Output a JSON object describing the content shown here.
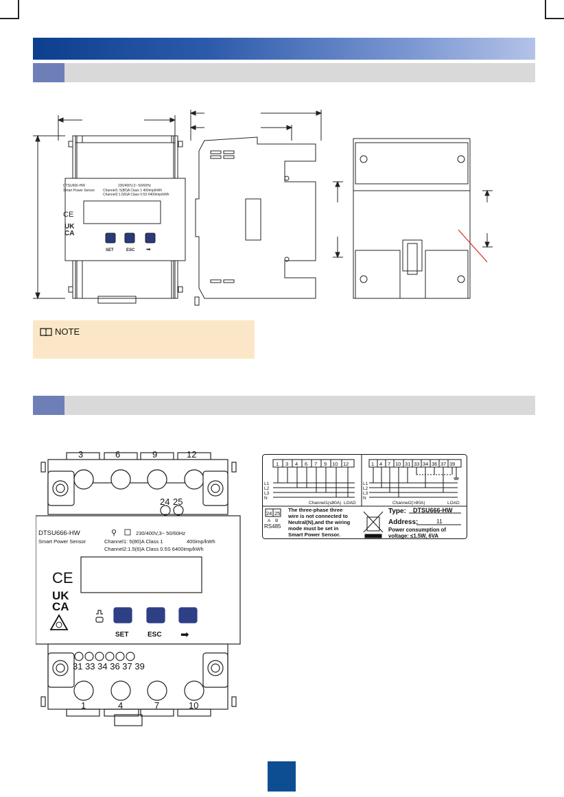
{
  "page": {
    "note_label": "NOTE"
  },
  "meter": {
    "model": "DTSU666-HW",
    "subtitle": "Smart Power Sensor",
    "rating": "230/400V,3~ 50/60Hz",
    "channel1": "Channel1: 5(80)A  Class 1",
    "channel1_imp": "400imp/kWh",
    "channel2": "Channel2:1.5(6)A Class 0.5S 6400imp/kWh",
    "buttons": [
      "SET",
      "ESC",
      "➡"
    ],
    "marks": [
      "CE",
      "UK",
      "CA"
    ],
    "top_terminals": [
      "3",
      "6",
      "9",
      "12"
    ],
    "rs485_terminals": [
      "24",
      "25"
    ],
    "bottom_terminals": [
      "1",
      "4",
      "7",
      "10"
    ],
    "small_terminals": "31 33 34 36 37 39"
  },
  "small_meter": {
    "model": "DTSU666-HW",
    "subtitle": "Smart Power Sensor",
    "rating": "230/400V,3~ 50/60Hz",
    "channel1": "Channel1: 5(80)A  Class 1   400imp/kWh",
    "channel2": "Channel2:1.5(6)A Class 0.5S 6400imp/kWh",
    "buttons": [
      "SET",
      "ESC",
      "➡"
    ]
  },
  "label": {
    "ch1_terms": [
      "1",
      "3",
      "4",
      "6",
      "7",
      "9",
      "10",
      "12"
    ],
    "ch2_terms": [
      "1",
      "4",
      "7",
      "10",
      "31",
      "33",
      "34",
      "36",
      "37",
      "39"
    ],
    "lines": [
      "L1",
      "L2",
      "L3",
      "N"
    ],
    "ch1_caption": "Channel1(≤80A)",
    "ch2_caption": "Channel2(>80A)",
    "load": "LOAD",
    "rs485_terms": [
      "24",
      "25"
    ],
    "rs485_ab": [
      "A",
      "B"
    ],
    "rs485": "RS485",
    "wiring_note": [
      "The three-phase three",
      "wire is not connected to",
      "Neutral(N),and the wiring",
      "mode must be set in",
      "Smart Power Sensor."
    ],
    "type_label": "Type:",
    "type_value": "DTSU666-HW",
    "address_label": "Address:",
    "address_value": "11",
    "power_line1": "Power consumption of",
    "power_line2": "voltage: ≤1.5W, 6VA"
  }
}
